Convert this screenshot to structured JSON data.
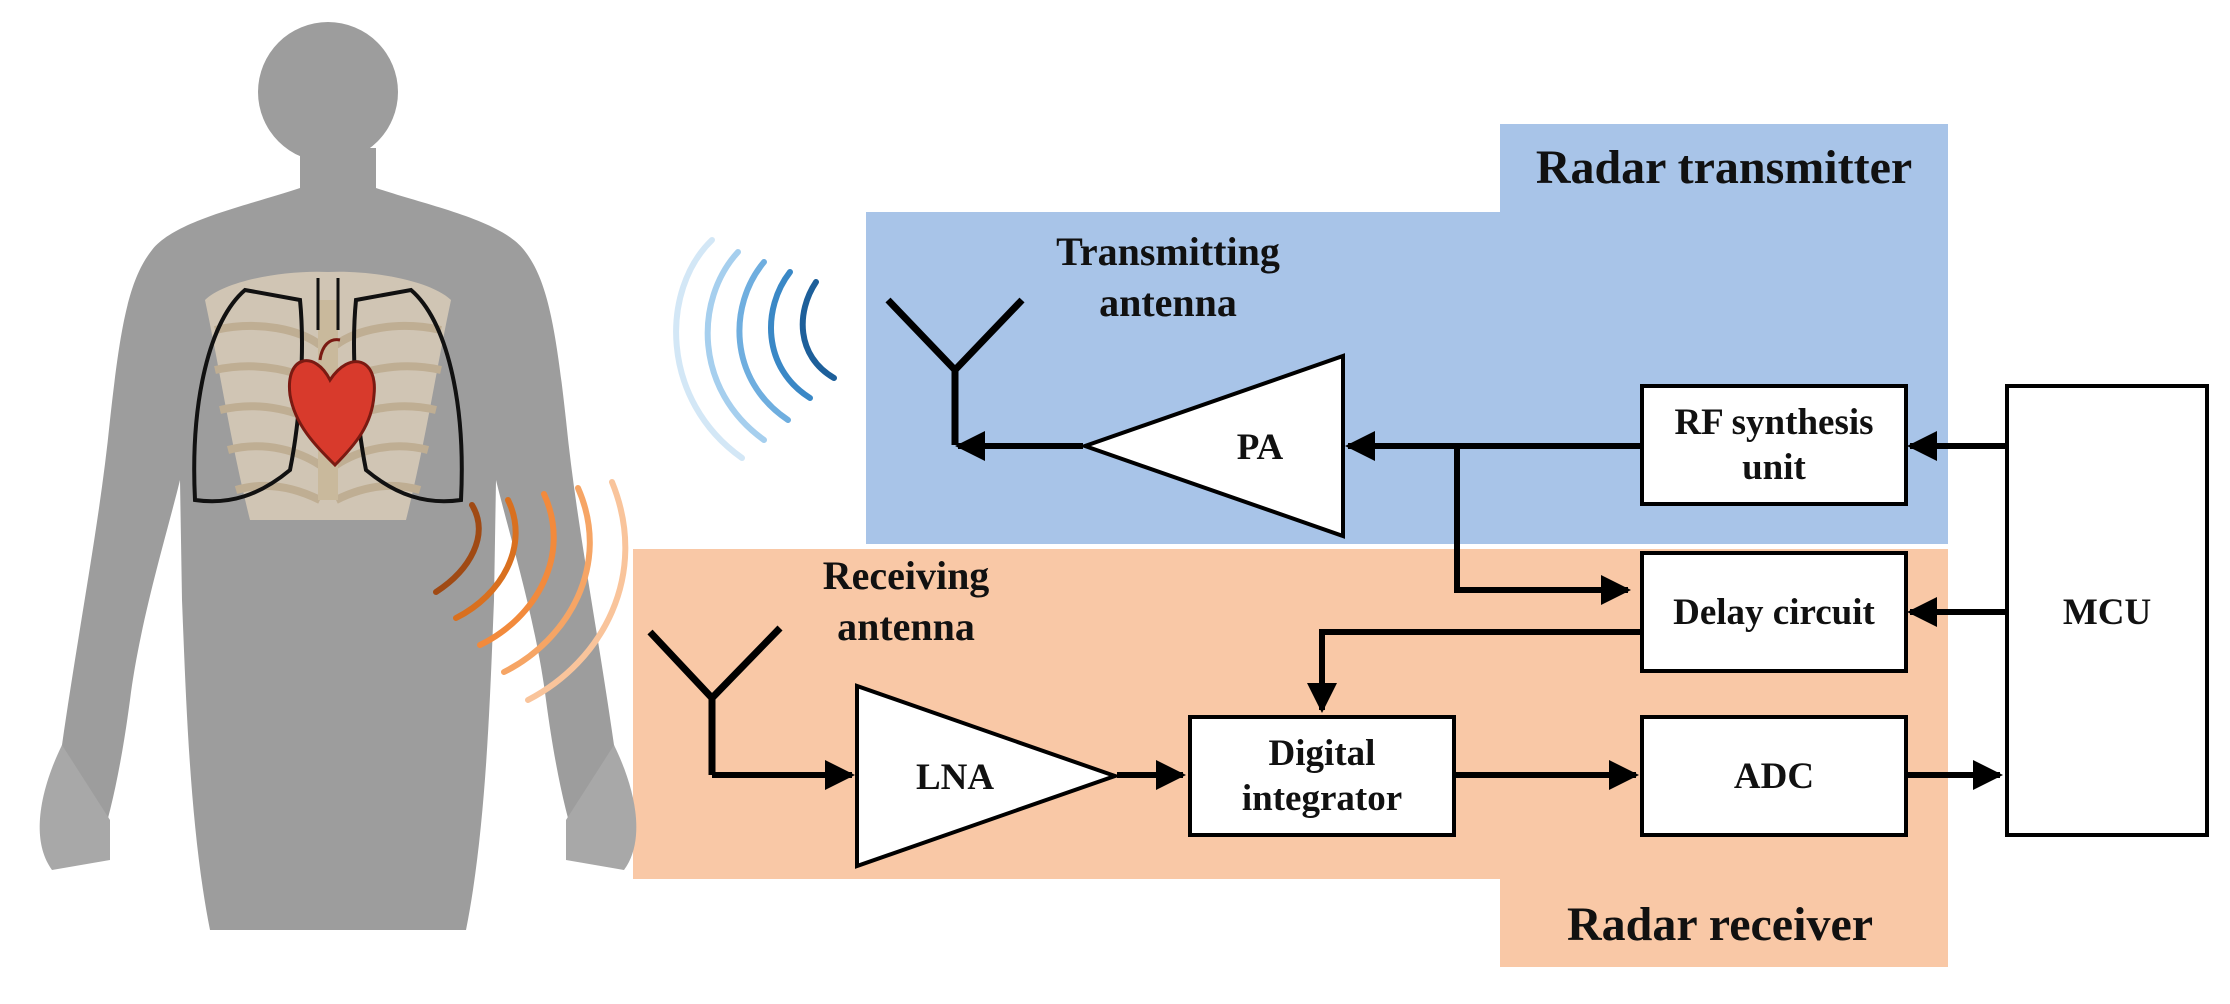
{
  "regions": {
    "transmitter_title": "Radar transmitter",
    "receiver_title": "Radar receiver",
    "transmitter_color": "#a8c4e8",
    "receiver_color": "#f9c8a6"
  },
  "antennas": {
    "transmitting": [
      "Transmitting",
      "antenna"
    ],
    "receiving": [
      "Receiving",
      "antenna"
    ]
  },
  "blocks": {
    "pa": "PA",
    "lna": "LNA",
    "rf_synthesis": [
      "RF synthesis",
      "unit"
    ],
    "delay_circuit": "Delay circuit",
    "digital_integrator": [
      "Digital",
      "integrator"
    ],
    "adc": "ADC",
    "mcu": "MCU"
  },
  "waves": {
    "transmit_colors": [
      "#d3e7f6",
      "#a6cfee",
      "#6faedf",
      "#3a88c6",
      "#1d5f9a"
    ],
    "receive_colors": [
      "#a04a14",
      "#d9701f",
      "#f28a3c",
      "#f6a565",
      "#f9c49b"
    ]
  },
  "icons": {
    "body": "human-body-icon",
    "heart": "heart-icon",
    "ribcage": "ribcage-icon"
  }
}
